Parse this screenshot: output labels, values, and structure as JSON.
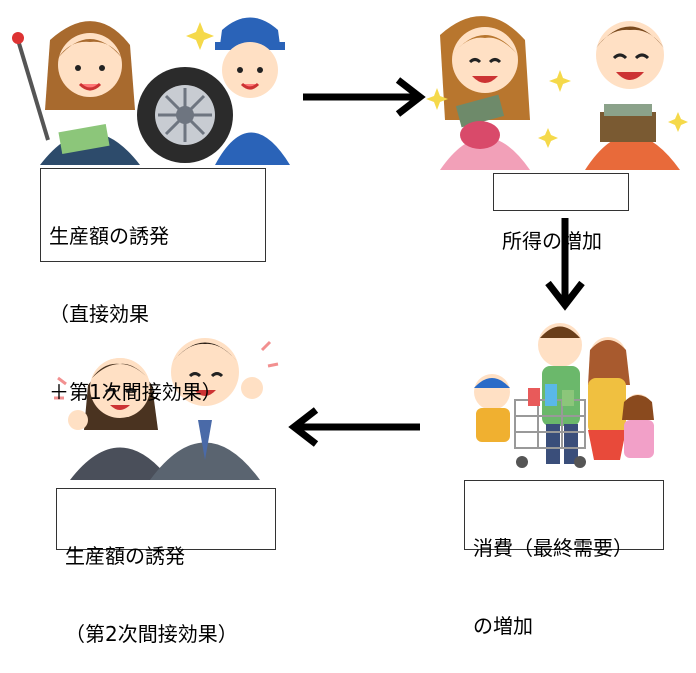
{
  "steps": [
    {
      "id": "production-1",
      "lines": [
        "生産額の誘発",
        "（直接効果",
        "＋第1次間接効果）"
      ]
    },
    {
      "id": "income",
      "lines": [
        "所得の増加"
      ]
    },
    {
      "id": "consumption",
      "lines": [
        "消費（最終需要）",
        "の増加"
      ]
    },
    {
      "id": "production-2",
      "lines": [
        "生産額の誘発",
        "（第2次間接効果）"
      ]
    }
  ],
  "illustrations": [
    "worker-with-tire",
    "couple-with-money",
    "family-shopping",
    "business-people"
  ],
  "colors": {
    "arrow": "#000000",
    "border": "#333333",
    "sparkle": "#f5d94a"
  }
}
